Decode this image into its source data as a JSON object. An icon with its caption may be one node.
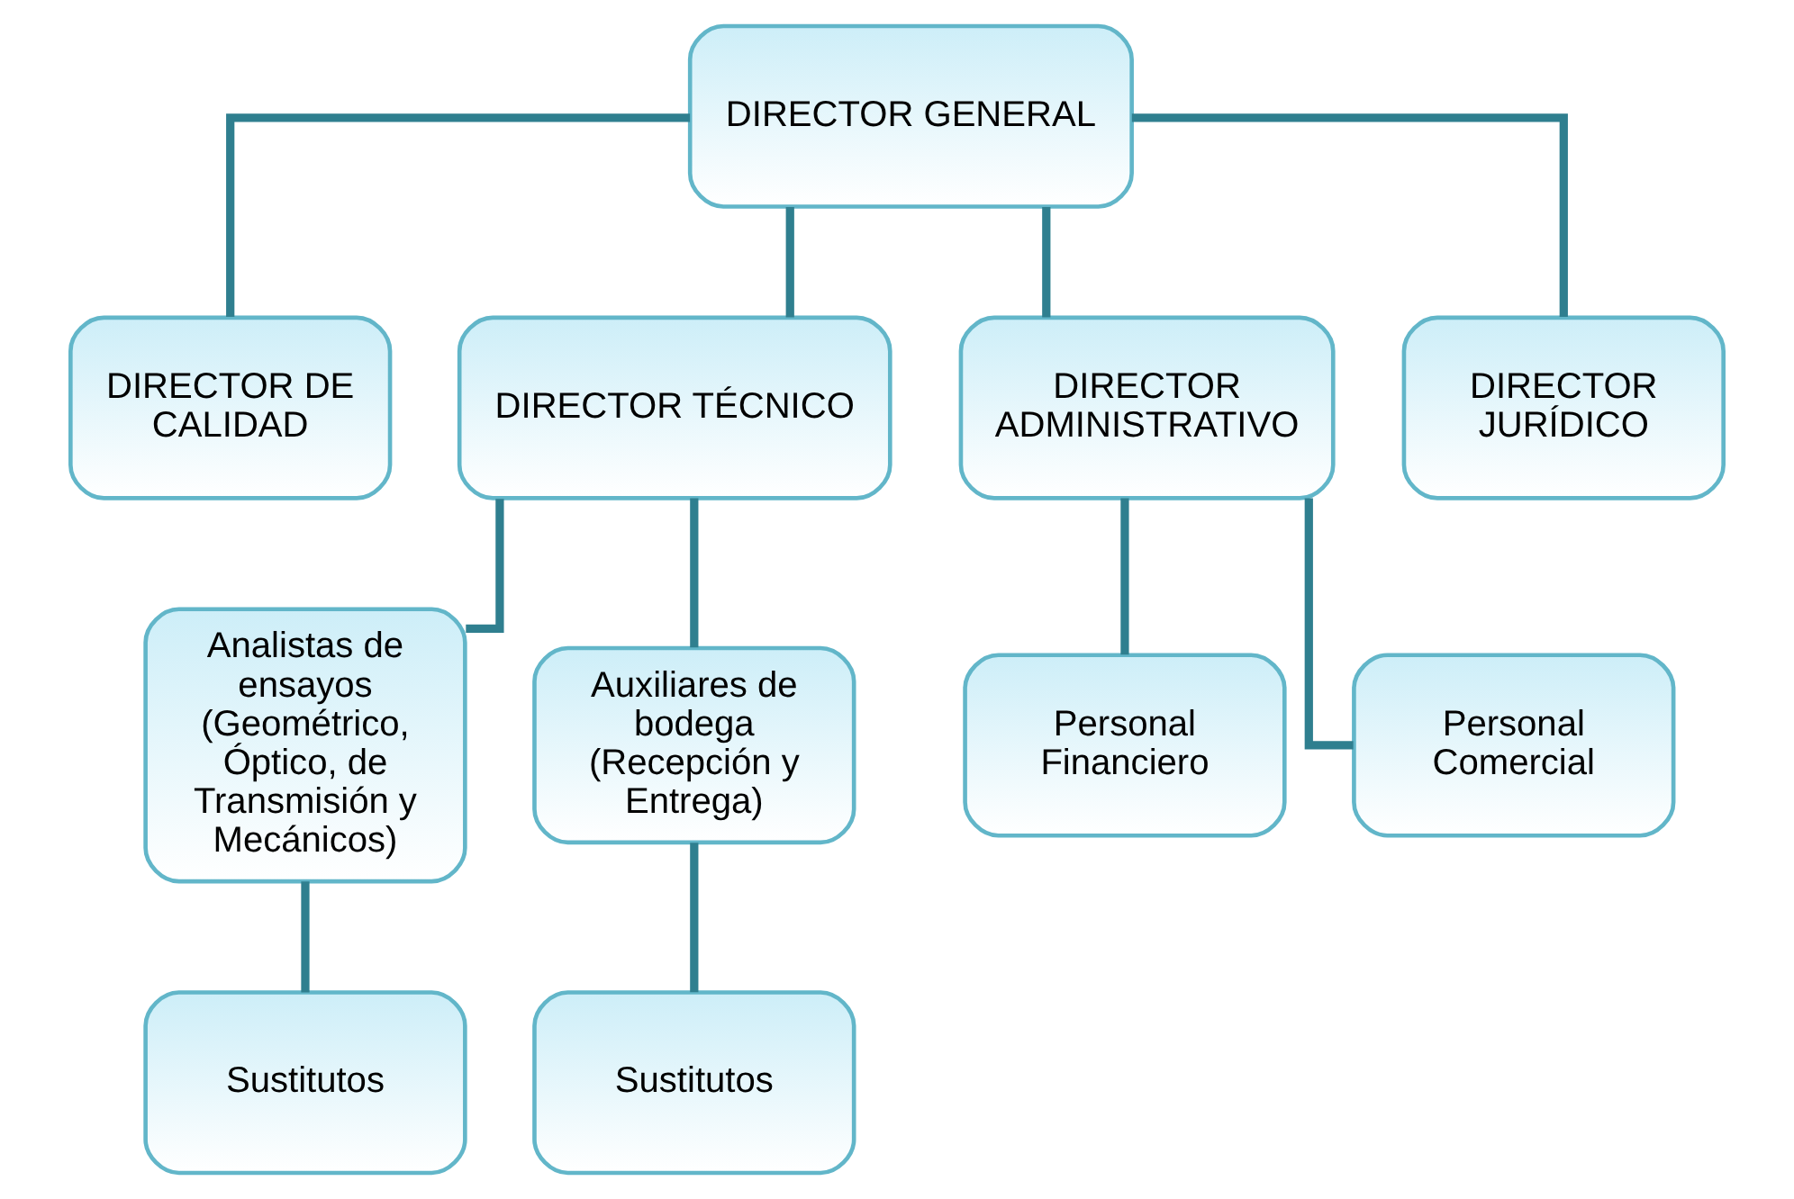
{
  "diagram": {
    "nodes": [
      {
        "text": [
          "DIRECTOR GENERAL"
        ]
      },
      {
        "text": [
          "DIRECTOR DE CALIDAD"
        ]
      },
      {
        "text": [
          "DIRECTOR TÉCNICO"
        ]
      },
      {
        "text": [
          "DIRECTOR ADMINISTRATIVO"
        ]
      },
      {
        "text": [
          "DIRECTOR JURÍDICO"
        ]
      },
      {
        "text": [
          "Analistas de ensayos (Geométrico, Óptico, de Transmisión y Mecánicos)"
        ]
      },
      {
        "text": [
          "Auxiliares de bodega (Recepción y Entrega)"
        ]
      },
      {
        "text": [
          "Personal Financiero"
        ]
      },
      {
        "text": [
          "Personal Comercial"
        ]
      },
      {
        "text": [
          "Sustitutos"
        ]
      },
      {
        "text": [
          "Sustitutos"
        ]
      }
    ],
    "edges": [
      {
        "from": 0,
        "to": 1,
        "arrow": "none"
      },
      {
        "from": 0,
        "to": 2,
        "arrow": "none"
      },
      {
        "from": 0,
        "to": 3,
        "arrow": "none"
      },
      {
        "from": 0,
        "to": 4,
        "arrow": "none"
      },
      {
        "from": 2,
        "to": 5,
        "arrow": "none"
      },
      {
        "from": 2,
        "to": 6,
        "arrow": "none"
      },
      {
        "from": 3,
        "to": 7,
        "arrow": "none"
      },
      {
        "from": 3,
        "to": 8,
        "arrow": "none"
      },
      {
        "from": 5,
        "to": 9,
        "arrow": "none"
      },
      {
        "from": 6,
        "to": 10,
        "arrow": "none"
      }
    ]
  }
}
